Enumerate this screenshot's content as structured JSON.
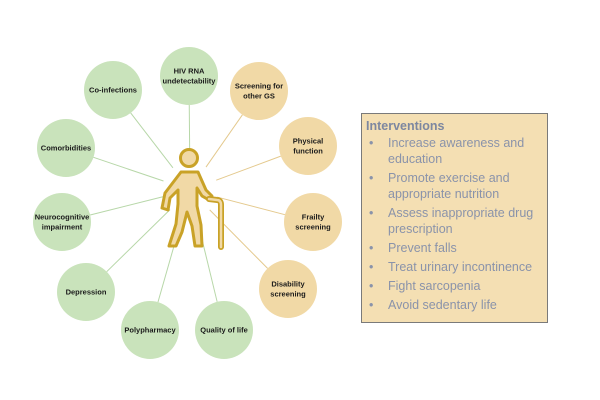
{
  "center": {
    "icon": "elderly-person-with-cane-icon"
  },
  "nodes": [
    {
      "id": "hiv-rna",
      "lines": [
        "HIV RNA",
        "undetectability"
      ],
      "status": "green"
    },
    {
      "id": "screening-other-gs",
      "lines": [
        "Screening for",
        "other GS"
      ],
      "status": "orange"
    },
    {
      "id": "physical-function",
      "lines": [
        "Physical",
        "function"
      ],
      "status": "orange"
    },
    {
      "id": "frailty-screening",
      "lines": [
        "Frailty",
        "screening"
      ],
      "status": "orange"
    },
    {
      "id": "disability-screening",
      "lines": [
        "Disability",
        "screening"
      ],
      "status": "orange"
    },
    {
      "id": "quality-of-life",
      "lines": [
        "Quality of life"
      ],
      "status": "green"
    },
    {
      "id": "polypharmacy",
      "lines": [
        "Polypharmacy"
      ],
      "status": "green"
    },
    {
      "id": "depression",
      "lines": [
        "Depression"
      ],
      "status": "green"
    },
    {
      "id": "neurocognitive-impairment",
      "lines": [
        "Neurocognitive",
        "impairment"
      ],
      "status": "green"
    },
    {
      "id": "comorbidities",
      "lines": [
        "Comorbidities"
      ],
      "status": "green"
    },
    {
      "id": "co-infections",
      "lines": [
        "Co-infections"
      ],
      "status": "green"
    }
  ],
  "colors": {
    "green_fill": "#c9e3bb",
    "green_line": "#b7d7a8",
    "orange_fill": "#f1d9a6",
    "orange_line": "#e4c98d",
    "icon_fill": "#f1d9a6",
    "icon_stroke": "#c9a227"
  },
  "interventions": {
    "title": "Interventions",
    "items": [
      "Increase awareness and education",
      "Promote exercise and appropriate nutrition",
      "Assess inappropriate drug prescription",
      "Prevent falls",
      "Treat urinary incontinence",
      "Fight sarcopenia",
      "Avoid sedentary life"
    ]
  }
}
